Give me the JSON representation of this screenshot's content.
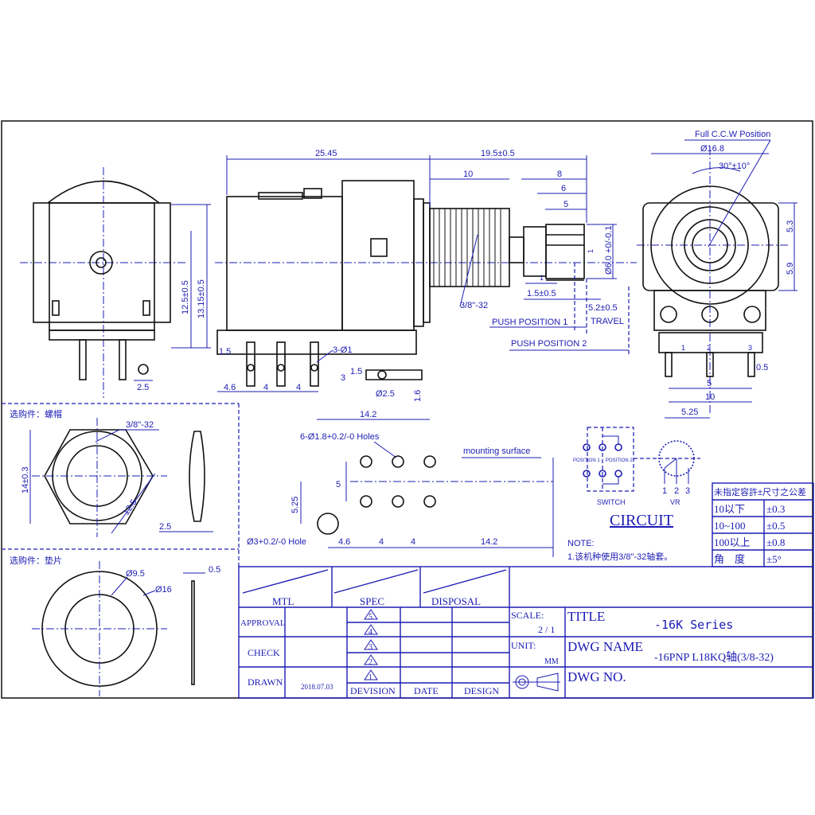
{
  "front_view": {
    "dims": [
      "12.5±0.5",
      "13.15±0.5",
      "2.5"
    ]
  },
  "side_view": {
    "dims": [
      "25.45",
      "19.5±0.5",
      "10",
      "8",
      "6",
      "5",
      "1",
      "Ø6.0 +0/-0.1",
      "1",
      "1.5±0.5",
      "3/8\"-32",
      "5.2±0.5",
      "TRAVEL",
      "PUSH POSITION 1",
      "PUSH POSITION 2",
      "1.5",
      "3-Ø1",
      "4.6",
      "4",
      "4",
      "3",
      "1.5",
      "Ø2.5",
      "1.6",
      "14.2"
    ]
  },
  "end_view": {
    "title": "Full C.C.W Position",
    "dims": [
      "Ø16.8",
      "30°±10°",
      "5.3",
      "5.9",
      "0.5",
      "5",
      "10",
      "5.25"
    ],
    "pin_labels": [
      "1",
      "2",
      "3"
    ]
  },
  "nut": {
    "heading": "选购件：螺帽",
    "dims": [
      "3/8\"-32",
      "14±0.3",
      "12.5",
      "2.5"
    ]
  },
  "washer": {
    "heading": "选购件：垫片",
    "dims": [
      "Ø9.5",
      "Ø16",
      "0.5"
    ]
  },
  "mounting": {
    "holes_label": "6-Ø1.8+0.2/-0 Holes",
    "surface_label": "mounting surface",
    "hole_label": "Ø3+0.2/-0 Hole",
    "dims": [
      "5",
      "5.25",
      "4.6",
      "4",
      "4",
      "14.2"
    ]
  },
  "circuit": {
    "position1": "POSITION 1",
    "position2": "POSITION 2",
    "switch_label": "SWITCH",
    "vr_label": "VR",
    "vr_pins": [
      "1",
      "2",
      "3"
    ],
    "title": "CIRCUIT"
  },
  "note": {
    "heading": "NOTE:",
    "line1": "1.该机种使用3/8\"-32轴套。"
  },
  "tolerance_table": {
    "header": "未指定容許±尺寸之公差",
    "rows": [
      {
        "range": "10以下",
        "tol": "±0.3"
      },
      {
        "range": "10~100",
        "tol": "±0.5"
      },
      {
        "range": "100以上",
        "tol": "±0.8"
      },
      {
        "range": "角　度",
        "tol": "±5°"
      }
    ]
  },
  "title_block": {
    "mtl": "MTL",
    "spec": "SPEC",
    "disposal": "DISPOSAL",
    "approval": "APPROVAL",
    "check": "CHECK",
    "drawn": "DRAWN",
    "drawn_date": "2018.07.03",
    "revisions": [
      "5",
      "4",
      "3",
      "2",
      "1"
    ],
    "devision": "DEVISION",
    "date": "DATE",
    "design": "DESIGN",
    "scale_label": "SCALE:",
    "scale_value": "2 / 1",
    "unit_label": "UNIT:",
    "unit_value": "MM",
    "title_label": "TITLE",
    "title_value": "-16K  Series",
    "dwg_name_label": "DWG NAME",
    "dwg_name_value": "-16PNP L18KQ轴(3/8-32)",
    "dwg_no_label": "DWG NO."
  }
}
